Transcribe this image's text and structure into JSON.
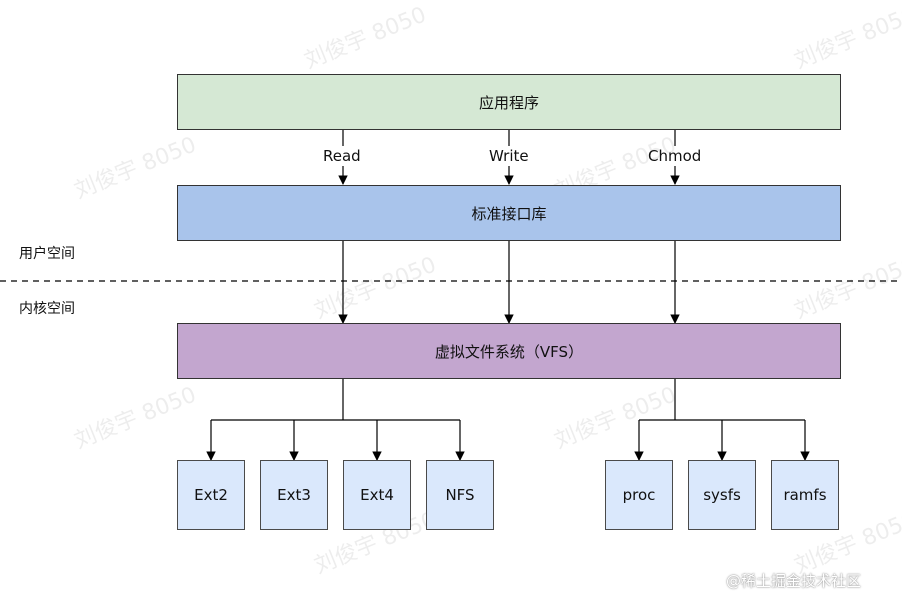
{
  "layers": {
    "app": {
      "label": "应用程序",
      "color": "#d5e8d4"
    },
    "stdlib": {
      "label": "标准接口库",
      "color": "#a9c4eb"
    },
    "vfs": {
      "label": "虚拟文件系统（VFS）",
      "color": "#c3a6cf"
    }
  },
  "calls": [
    "Read",
    "Write",
    "Chmod"
  ],
  "regions": {
    "user": "用户空间",
    "kernel": "内核空间"
  },
  "filesystems_left": [
    "Ext2",
    "Ext3",
    "Ext4",
    "NFS"
  ],
  "filesystems_right": [
    "proc",
    "sysfs",
    "ramfs"
  ],
  "watermark": "刘俊宇 8050",
  "credit": "@稀土掘金技术社区"
}
